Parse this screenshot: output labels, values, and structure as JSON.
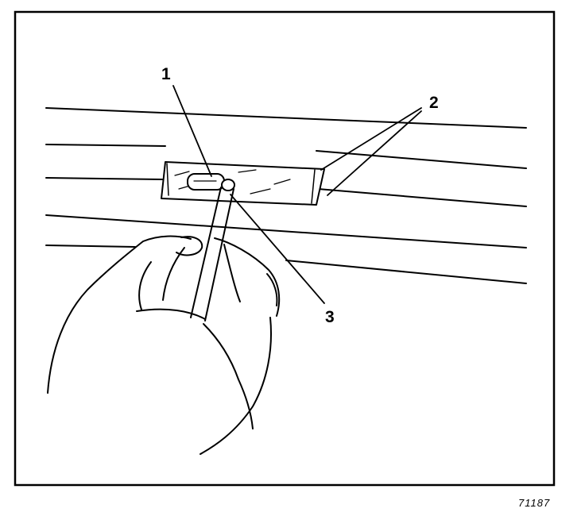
{
  "callouts": {
    "label_1": "1",
    "label_2": "2",
    "label_3": "3"
  },
  "figure_code": "71187"
}
